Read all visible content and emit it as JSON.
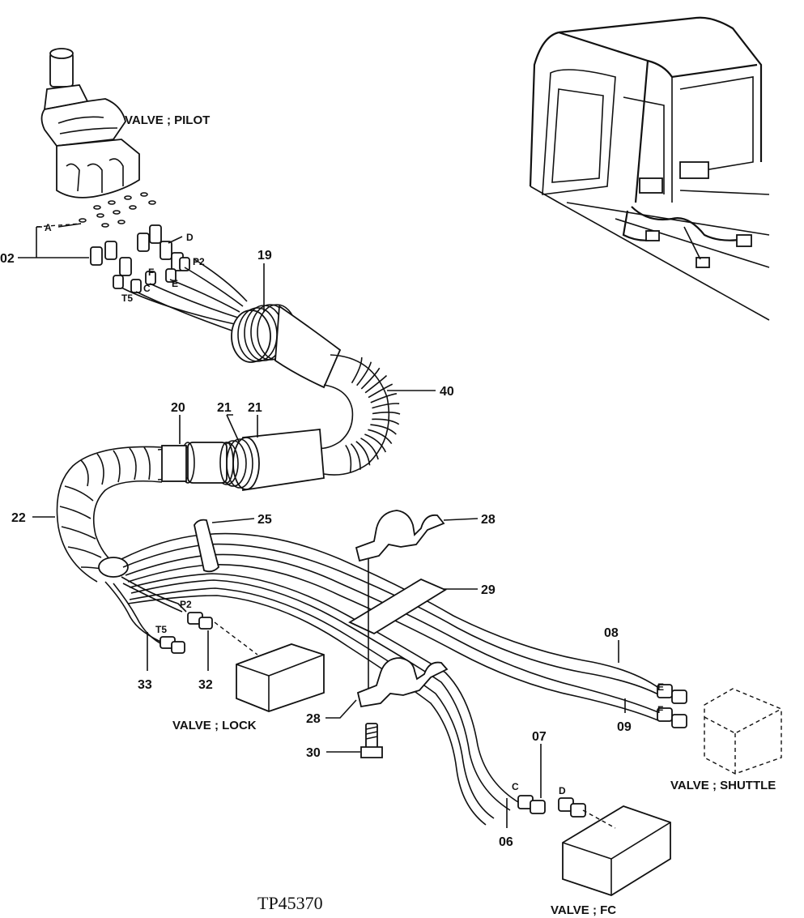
{
  "drawing_id": "TP45370",
  "valves": {
    "pilot": "VALVE ; PILOT",
    "lock": "VALVE ; LOCK",
    "shuttle": "VALVE ; SHUTTLE",
    "fc": "VALVE ; FC"
  },
  "callouts": {
    "c02": "02",
    "c19": "19",
    "c40": "40",
    "c20": "20",
    "c21a": "21",
    "c21b": "21",
    "c22": "22",
    "c25": "25",
    "c28a": "28",
    "c29": "29",
    "c28b": "28",
    "c30": "30",
    "c08": "08",
    "c09": "09",
    "c07": "07",
    "c06": "06",
    "c33": "33",
    "c32": "32"
  },
  "port_letters": {
    "a": "A",
    "d_top": "D",
    "p2_top": "P2",
    "f_top": "F",
    "e_top": "E",
    "c_top": "C",
    "t5_top": "T5",
    "p2_lock": "P2",
    "t5_lock": "T5",
    "e_shuttle": "E",
    "f_shuttle": "F",
    "c_fc": "C",
    "d_fc": "D"
  }
}
